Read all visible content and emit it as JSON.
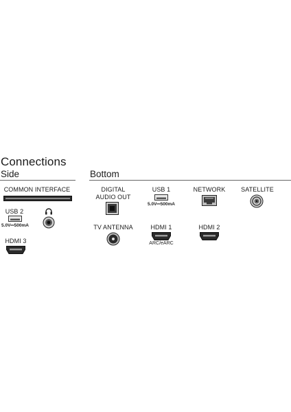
{
  "title": "Connections",
  "sections": {
    "side": "Side",
    "bottom": "Bottom"
  },
  "side": {
    "common_interface": "COMMON INTERFACE",
    "usb2": "USB 2",
    "usb2_power": "5.0V⎓500mA",
    "hdmi3": "HDMI 3"
  },
  "bottom": {
    "digital_audio_out": [
      "DIGITAL",
      "AUDIO OUT"
    ],
    "usb1": "USB 1",
    "usb1_power": "5.0V⎓500mA",
    "network": "NETWORK",
    "satellite": "SATELLITE",
    "tv_antenna": "TV ANTENNA",
    "hdmi1": "HDMI 1",
    "hdmi1_note": "ARC/eARC",
    "hdmi2": "HDMI 2"
  },
  "icons": [
    "ci-slot-icon",
    "usb-port-icon",
    "headphone-icon",
    "headphone-jack-icon",
    "hdmi-port-icon",
    "optical-port-icon",
    "ethernet-port-icon",
    "satellite-port-icon",
    "antenna-port-icon"
  ]
}
